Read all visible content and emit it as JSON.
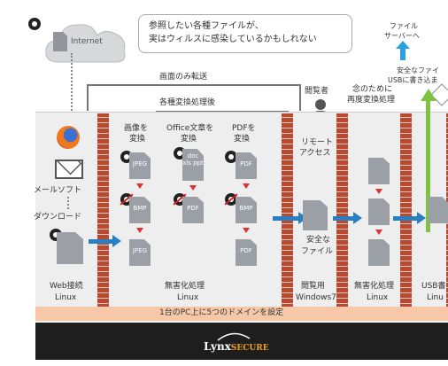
{
  "internet": "Internet",
  "warning": [
    "参照したい各種ファイルが、",
    "実はウィルスに感染しているかもしれない"
  ],
  "file_server": [
    "ファイル",
    "サーバーへ"
  ],
  "usb_write": [
    "安全なファイ",
    "USBに書き込ま"
  ],
  "screen_transfer": "画面のみ転送",
  "conversion_after": "各種変換処理後",
  "viewer": "閲覧者",
  "reconvert": [
    "念のために",
    "再度変換処理"
  ],
  "remote_access": [
    "リモート",
    "アクセス"
  ],
  "col_headers": [
    [
      "画像を",
      "変換"
    ],
    [
      "Office文章を",
      "変換"
    ],
    [
      "PDFを",
      "変換"
    ]
  ],
  "doc_labels": {
    "col1": [
      "JPEG",
      "BMP",
      "JPEG"
    ],
    "col2": [
      "doc xls ppt",
      "PDF",
      "PDF"
    ],
    "col3": [
      "PDF",
      "BMP",
      "PDF"
    ]
  },
  "mail_software": "メールソフト",
  "download": "ダウンロード",
  "safe_file": [
    "安全な",
    "ファイル"
  ],
  "zone_labels": [
    [
      "Web接続",
      "Linux"
    ],
    [
      "無害化処理",
      "Linux"
    ],
    [
      "閲覧用",
      "Windows7"
    ],
    [
      "無害化処理",
      "Linux"
    ],
    [
      "USB書",
      "Linu"
    ]
  ],
  "domain_note": "1台のPC上に5つのドメインを設定",
  "brand": {
    "word": "Lynx",
    "accent": "SECURE"
  },
  "colors": {
    "wall": "#b94a32",
    "arrow": "#2a7fc4",
    "green": "#7dc242",
    "banner": "#f6c8a8",
    "footer": "#1e1e1e",
    "panel": "#eeeeee"
  }
}
